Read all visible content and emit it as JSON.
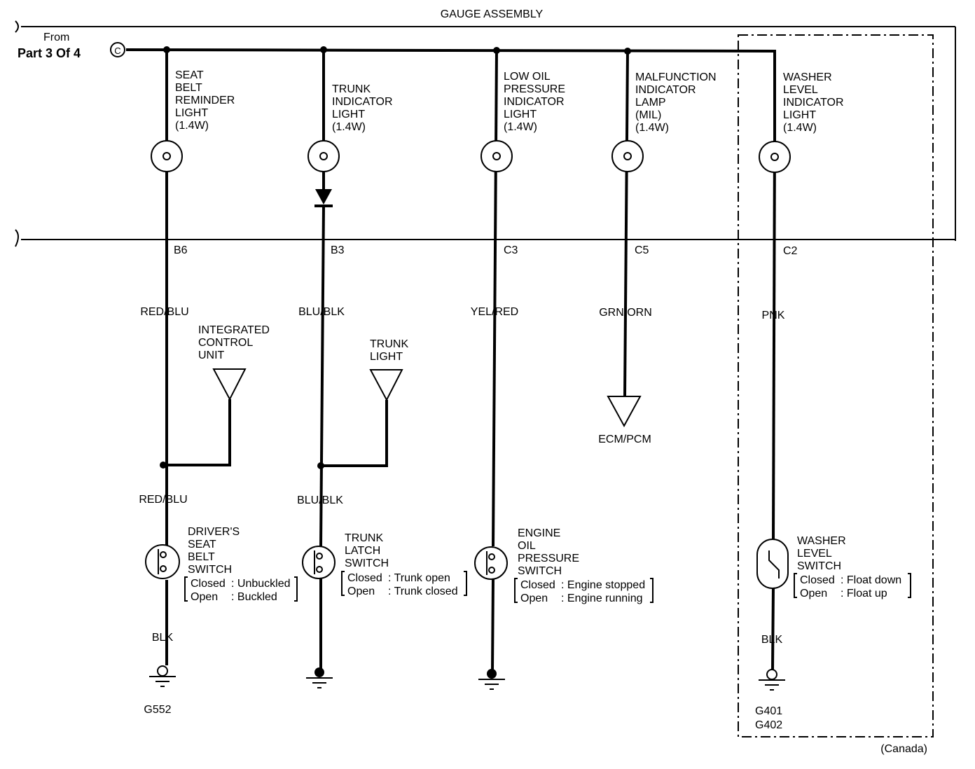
{
  "header": {
    "assembly": "GAUGE ASSEMBLY",
    "from": "From",
    "part": "Part 3 Of 4",
    "connector": "C"
  },
  "circuits": [
    {
      "id": "seatbelt",
      "lamp": [
        "SEAT",
        "BELT",
        "REMINDER",
        "LIGHT",
        "(1.4W)"
      ],
      "terminal": "B6",
      "wire1": "RED/BLU",
      "branch": [
        "INTEGRATED",
        "CONTROL",
        "UNIT"
      ],
      "wire2": "RED/BLU",
      "switch": [
        "DRIVER'S",
        "SEAT",
        "BELT",
        "SWITCH"
      ],
      "states": [
        {
          "state": "Closed",
          "desc": ": Unbuckled"
        },
        {
          "state": "Open",
          "desc": ": Buckled"
        }
      ],
      "ground_wire": "BLK",
      "ground": [
        "G552"
      ]
    },
    {
      "id": "trunk",
      "lamp": [
        "TRUNK",
        "INDICATOR",
        "LIGHT",
        "(1.4W)"
      ],
      "terminal": "B3",
      "wire1": "BLU/BLK",
      "branch": [
        "TRUNK",
        "LIGHT"
      ],
      "wire2": "BLU/BLK",
      "switch": [
        "TRUNK",
        "LATCH",
        "SWITCH"
      ],
      "states": [
        {
          "state": "Closed",
          "desc": ": Trunk open"
        },
        {
          "state": "Open",
          "desc": ": Trunk closed"
        }
      ]
    },
    {
      "id": "oil",
      "lamp": [
        "LOW OIL",
        "PRESSURE",
        "INDICATOR",
        "LIGHT",
        "(1.4W)"
      ],
      "terminal": "C3",
      "wire1": "YEL/RED",
      "switch": [
        "ENGINE",
        "OIL",
        "PRESSURE",
        "SWITCH"
      ],
      "states": [
        {
          "state": "Closed",
          "desc": ": Engine stopped"
        },
        {
          "state": "Open",
          "desc": ": Engine running"
        }
      ]
    },
    {
      "id": "mil",
      "lamp": [
        "MALFUNCTION",
        "INDICATOR",
        "LAMP",
        "(MIL)",
        "(1.4W)"
      ],
      "terminal": "C5",
      "wire1": "GRN/ORN",
      "destination": "ECM/PCM"
    },
    {
      "id": "washer",
      "lamp": [
        "WASHER",
        "LEVEL",
        "INDICATOR",
        "LIGHT",
        "(1.4W)"
      ],
      "terminal": "C2",
      "wire1": "PNK",
      "switch": [
        "WASHER",
        "LEVEL",
        "SWITCH"
      ],
      "states": [
        {
          "state": "Closed",
          "desc": ": Float down"
        },
        {
          "state": "Open",
          "desc": ": Float up"
        }
      ],
      "ground_wire": "BLK",
      "ground": [
        "G401",
        "G402"
      ],
      "region": "(Canada)"
    }
  ]
}
